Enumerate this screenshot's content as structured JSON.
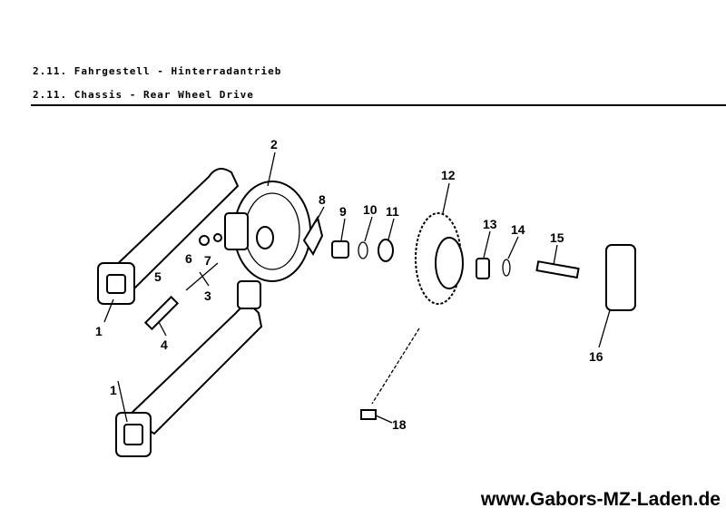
{
  "header": {
    "title_de": "2.11. Fahrgestell - Hinterradantrieb",
    "title_en": "2.11. Chassis - Rear Wheel Drive"
  },
  "callouts": {
    "swingarm_upper": "1",
    "swingarm_lower": "1",
    "chain_case": "2",
    "axle_rod": "3",
    "spindle": "4",
    "pin": "5",
    "nut": "6",
    "washer": "7",
    "bracket": "8",
    "bushing": "9",
    "circlip": "10",
    "bearing": "11",
    "sprocket": "12",
    "bearing_sleeve": "13",
    "snap_ring": "14",
    "shaft": "15",
    "rubber_damper": "16",
    "chain": "18"
  },
  "watermark": "www.Gabors-MZ-Laden.de"
}
